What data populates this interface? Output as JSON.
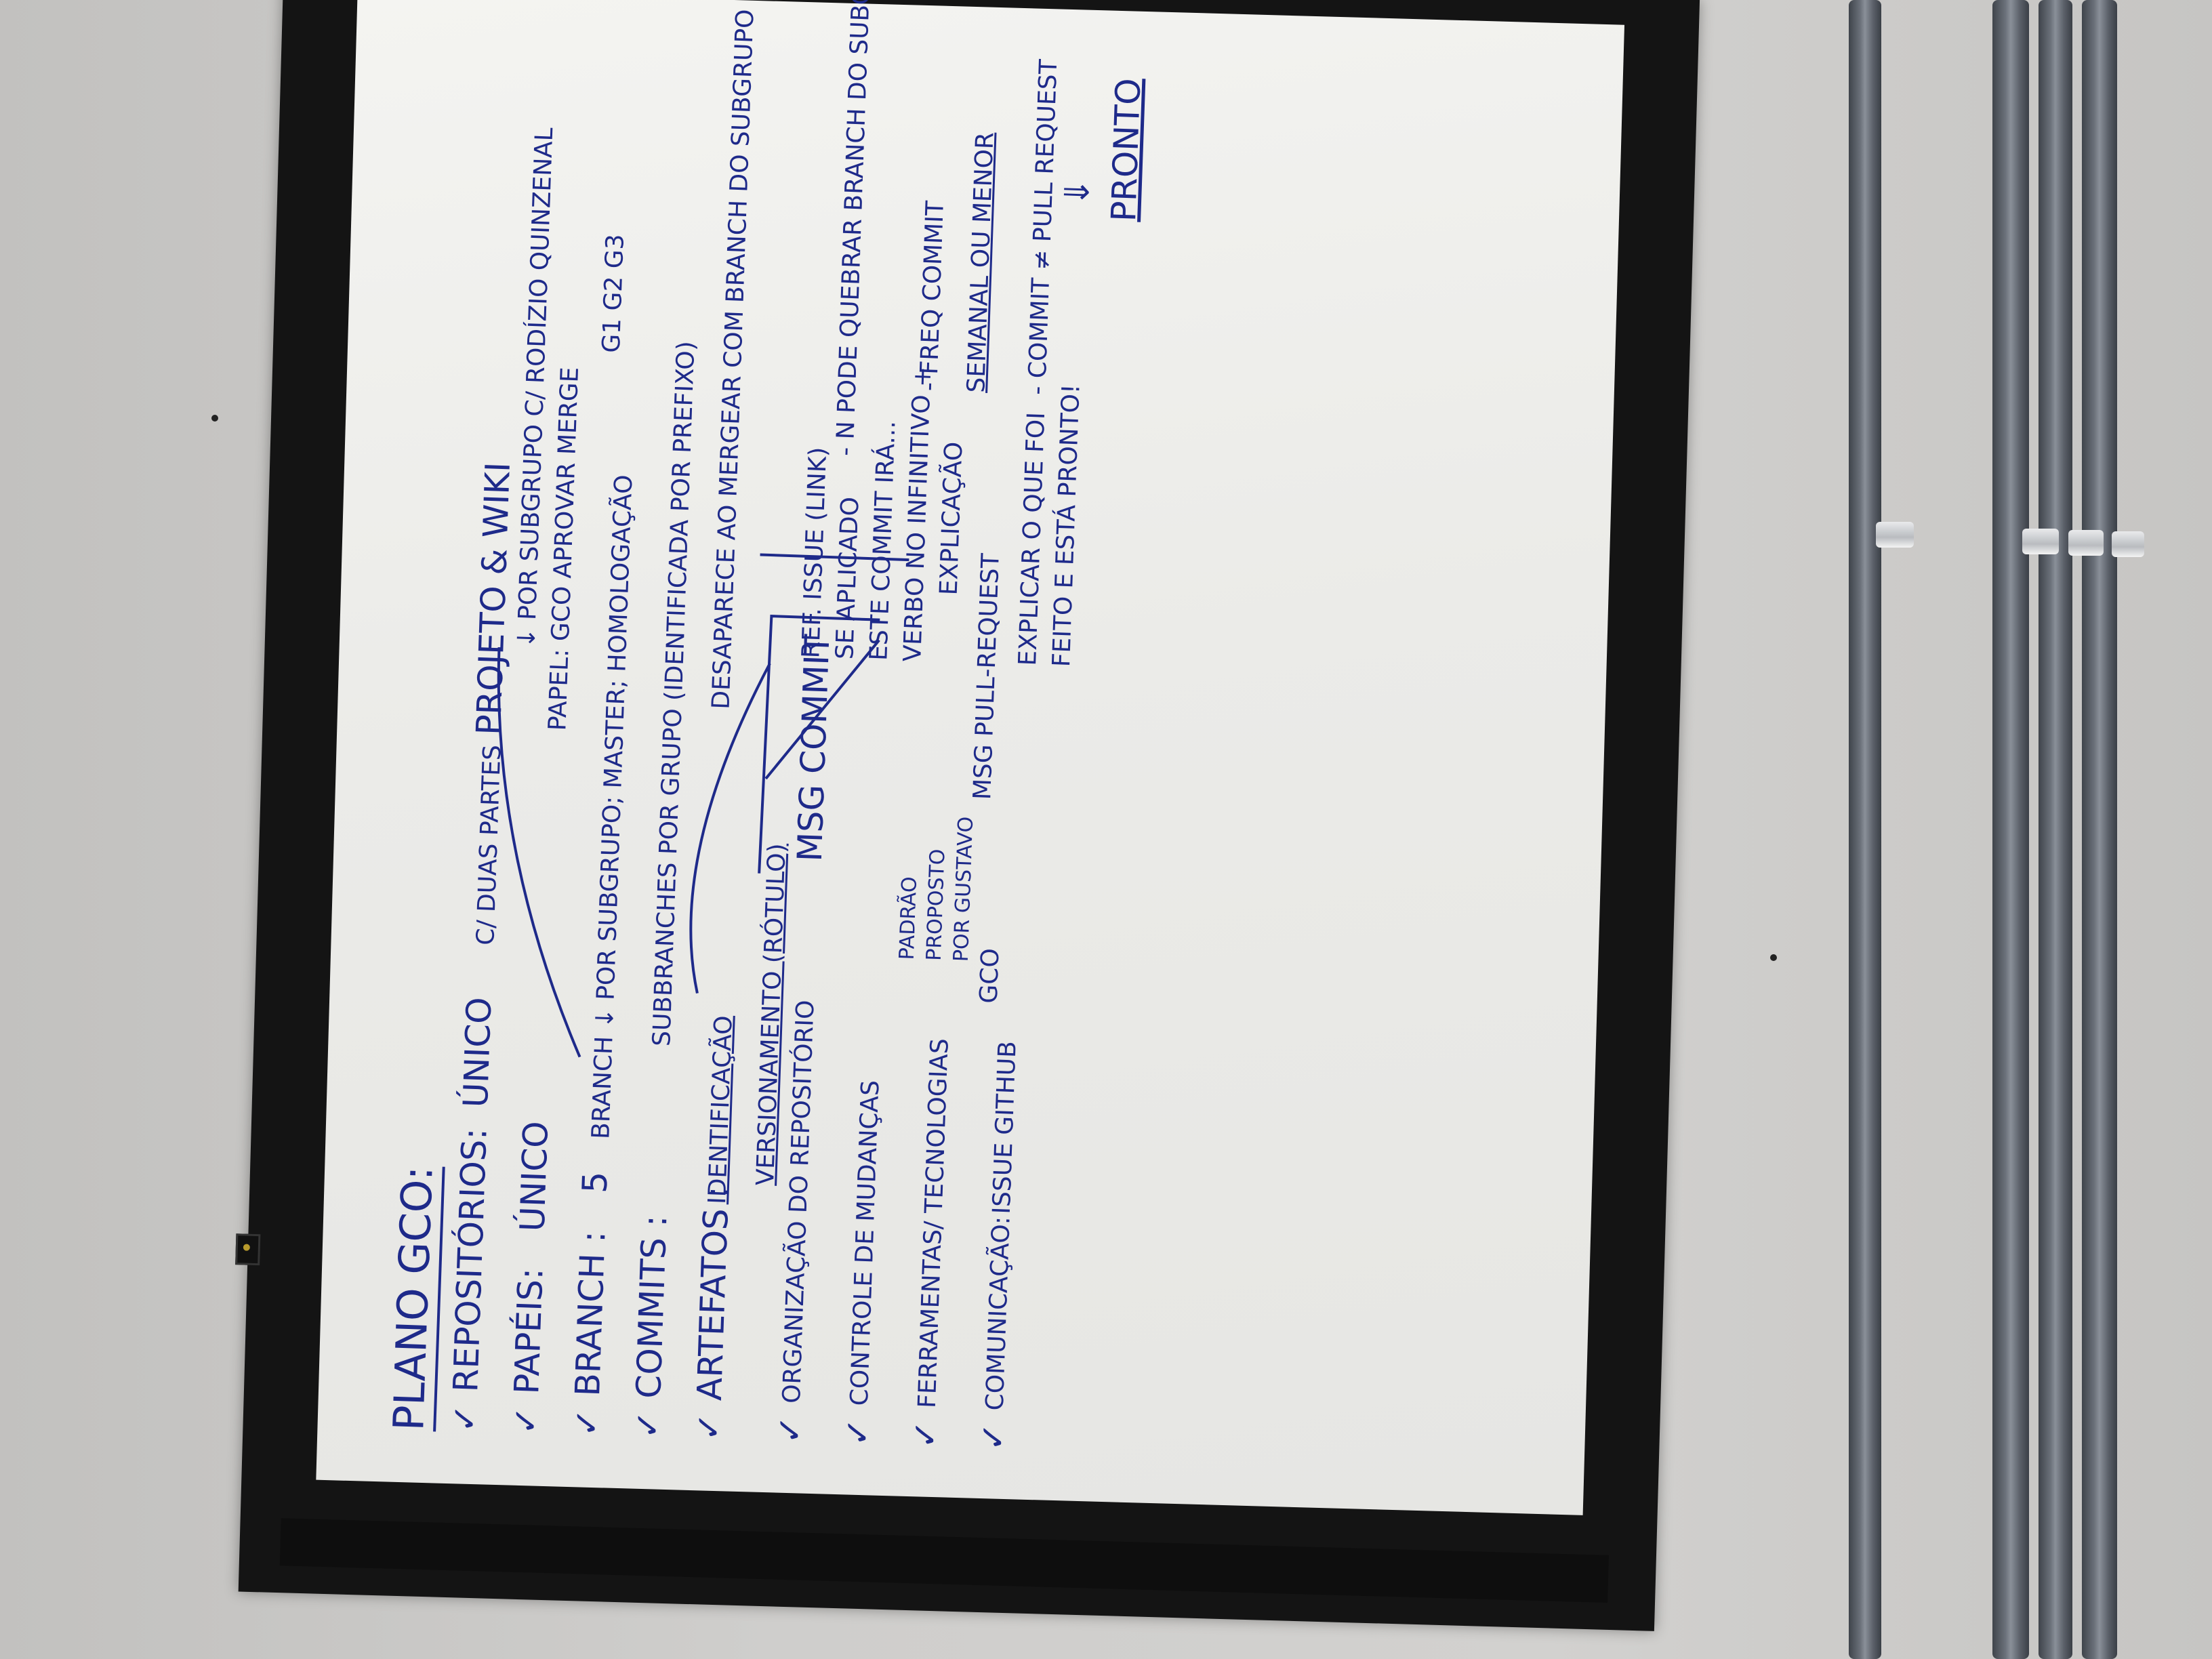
{
  "scene": {
    "subject": "whiteboard",
    "ink_color": "#1e2a8a"
  },
  "board": {
    "title": "PLANO GCO:",
    "items": [
      {
        "check": "✓",
        "label": "REPOSITÓRIOS:",
        "value": "ÚNICO",
        "extra": "C/ DUAS PARTES",
        "side": "PROJETO & WIKI"
      },
      {
        "check": "✓",
        "label": "PAPÉIS:",
        "value": "ÚNICO",
        "extra": "PAPEL: GCO APROVAR MERGE",
        "side": "↓ POR SUBGRUPO C/ RODÍZIO QUINZENAL"
      },
      {
        "check": "✓",
        "label": "BRANCH :",
        "value": "5",
        "extra": "BRANCH ↓ POR SUBGRUPO; MASTER; HOMOLOGAÇÃO",
        "side": "G1 G2 G3"
      },
      {
        "check": "✓",
        "label": "COMMITS :",
        "value": "",
        "extra": "SUBBRANCHES POR GRUPO (IDENTIFICADA POR PREFIXO)",
        "side": "DESAPARECE AO MERGEAR COM BRANCH DO SUBGRUPO"
      },
      {
        "check": "✓",
        "label": "ARTEFATOS :",
        "value": "IDENTIFICAÇÃO",
        "extra": "VERSIONAMENTO (RÓTULO)",
        "side": ""
      },
      {
        "check": "✓",
        "label": "ORGANIZAÇÃO DO",
        "value": "REPOSITÓRIO",
        "extra": "",
        "side": ""
      },
      {
        "check": "✓",
        "label": "CONTROLE DE MUDANÇAS",
        "value": "",
        "extra": "",
        "side": ""
      },
      {
        "check": "✓",
        "label": "FERRAMENTAS/ TECNOLOGIAS",
        "value": "",
        "extra": "",
        "side": ""
      },
      {
        "check": "✓",
        "label": "COMUNICAÇÃO:",
        "value": "ISSUE GITHUB",
        "extra": "",
        "side": ""
      }
    ],
    "msg_commit": {
      "label": "MSG COMMIT",
      "lines": [
        "REF. ISSUE (LINK)",
        "SE APLICADO",
        "ESTE COMMIT IRÁ...",
        "VERBO NO INFINITIVO +",
        "EXPLICAÇÃO"
      ]
    },
    "padrao": {
      "lines": [
        "PADRÃO",
        "PROPOSTO",
        "POR GUSTAVO"
      ],
      "target": "GCO"
    },
    "msg_pull": {
      "label": "MSG PULL-REQUEST",
      "lines": [
        "EXPLICAR O QUE FOI",
        "FEITO E ESTÁ PRONTO!"
      ]
    },
    "right_notes": [
      "- N PODE QUEBRAR BRANCH DO SUBGRUPO",
      "- FREQ COMMIT",
      "SEMANAL OU MENOR",
      "- COMMIT ≠ PULL REQUEST",
      "⇓",
      "PRONTO"
    ]
  }
}
